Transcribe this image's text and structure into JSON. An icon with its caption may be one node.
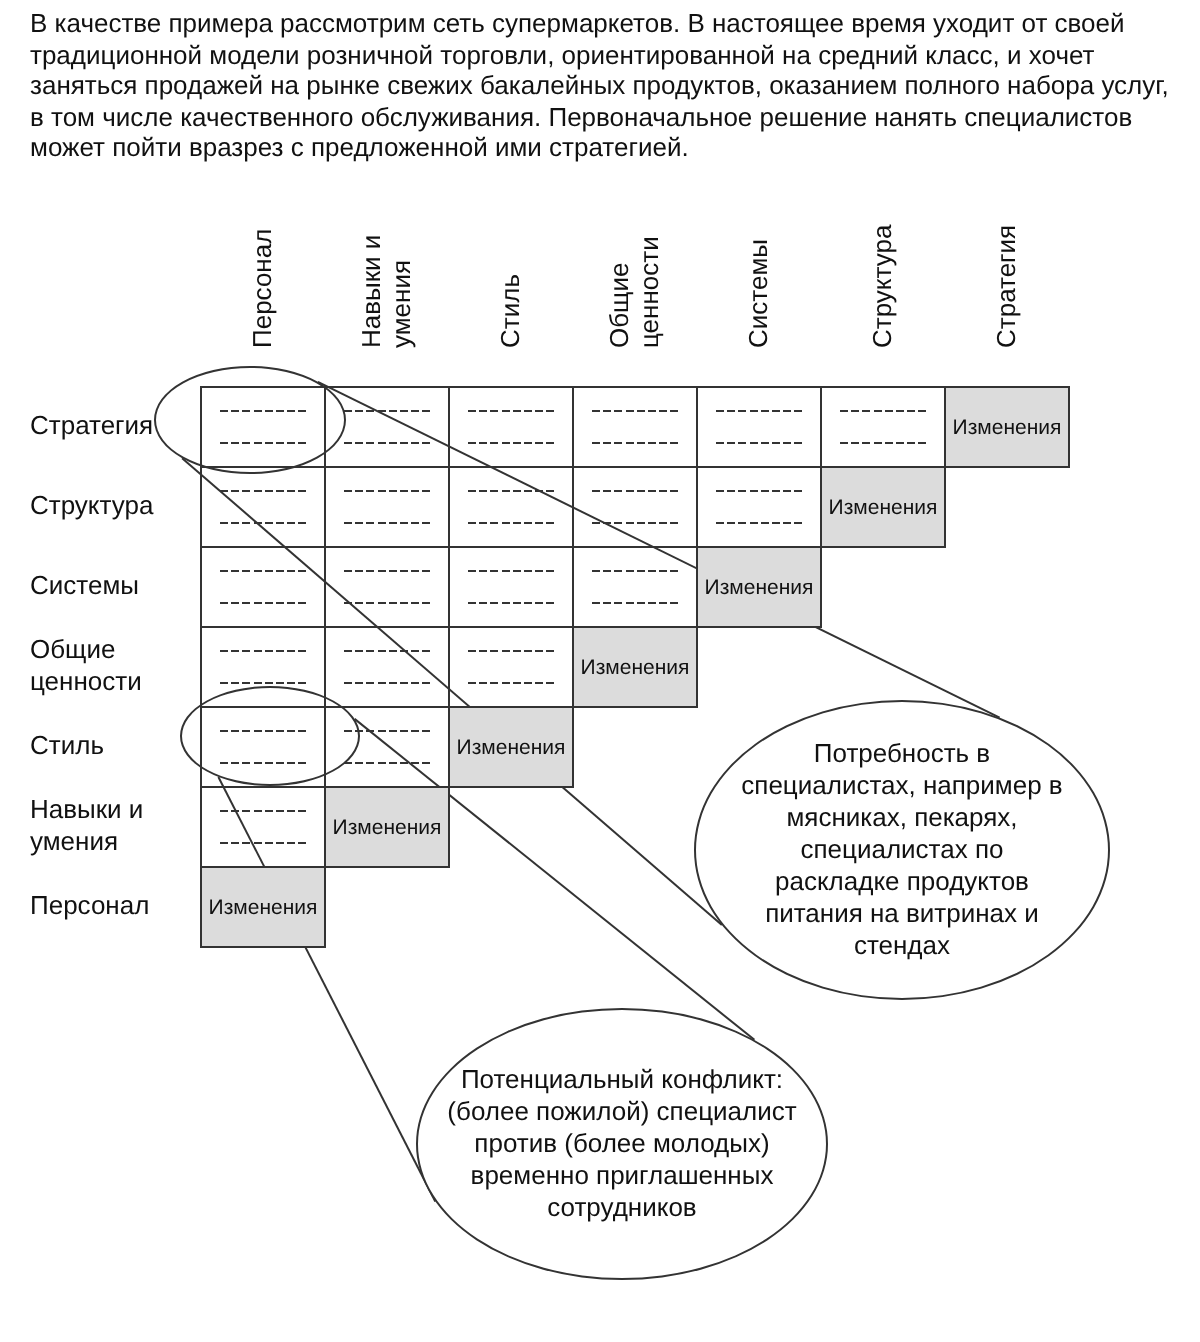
{
  "diagram": {
    "nodes": [
      {
        "text": [],
        "shape": "ellipse"
      },
      {
        "text": [],
        "shape": "ellipse"
      },
      {
        "text": [
          "Потребность в специалистах, например в мясниках, пекарях, специалистах по раскладке продуктов питания на витринах и стендах"
        ]
      },
      {
        "text": [
          "Потенциальный конфликт: (более пожилой) специалист против (более молодых) временно приглашенных сотрудников"
        ]
      }
    ],
    "edges": [
      {
        "from": 0,
        "to": 2,
        "arrow": "none"
      },
      {
        "from": 0,
        "to": 2,
        "arrow": "none"
      },
      {
        "from": 1,
        "to": 3,
        "arrow": "none"
      },
      {
        "from": 1,
        "to": 3,
        "arrow": "none"
      }
    ],
    "labels": [
      "В качестве примера рассмотрим сеть супермаркетов. В настоящее время уходит от своей традиционной модели розничной торговли, ориентированной на средний класс, и хочет заняться продажей на рынке свежих бакалейных продуктов, оказанием полного набора услуг, в том числе качественного обслуживания. Первоначальное решение нанять специалистов может пойти вразрез с предложенной ими стратегией.",
      "Персонал",
      "Навыки и умения",
      "Стиль",
      "Общие ценности",
      "Системы",
      "Структура",
      "Стратегия",
      "Стратегия",
      "Изменения",
      "Структура",
      "Изменения",
      "Системы",
      "Изменения",
      "Общие ценности",
      "Изменения",
      "Стиль",
      "Изменения",
      "Навыки и умения",
      "Изменения",
      "Персонал",
      "Изменения"
    ]
  }
}
